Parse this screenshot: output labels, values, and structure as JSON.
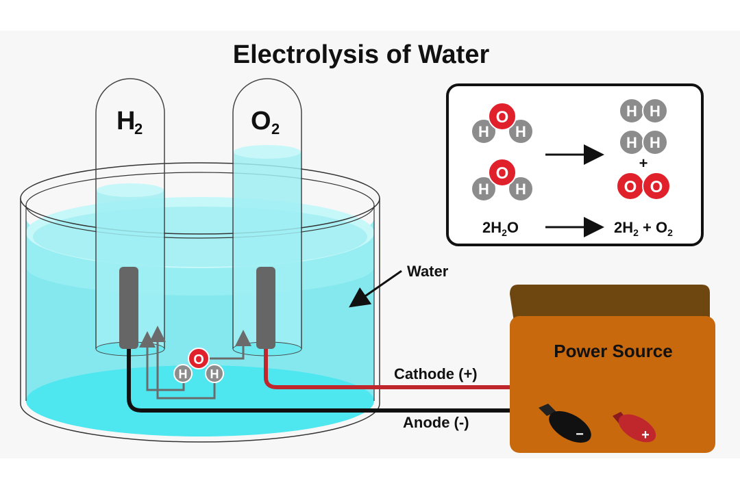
{
  "title": "Electrolysis of Water",
  "tubes": {
    "left_label": "H",
    "left_sub": "2",
    "right_label": "O",
    "right_sub": "2"
  },
  "labels": {
    "water": "Water",
    "cathode": "Cathode (+)",
    "anode": "Anode (-)",
    "power_source": "Power Source"
  },
  "terminals": {
    "negative": "−",
    "positive": "+"
  },
  "atoms": {
    "oxygen": "O",
    "hydrogen": "H"
  },
  "reaction_box": {
    "plus": "+",
    "left_coeff": "2H",
    "left_sub": "2",
    "left_tail": "O",
    "right_h_coeff": "2H",
    "right_h_sub": "2",
    "right_plus": " + ",
    "right_o": "O",
    "right_o_sub": "2"
  },
  "colors": {
    "water": "#4ee6ef",
    "water_light": "#9cf1f5",
    "oxygen_red": "#e0202a",
    "hydrogen_grey": "#8c8c8c",
    "electrode": "#666666",
    "wire_black": "#111111",
    "wire_red": "#c0272d",
    "box_front": "#c8690e",
    "box_top": "#6e4610"
  }
}
